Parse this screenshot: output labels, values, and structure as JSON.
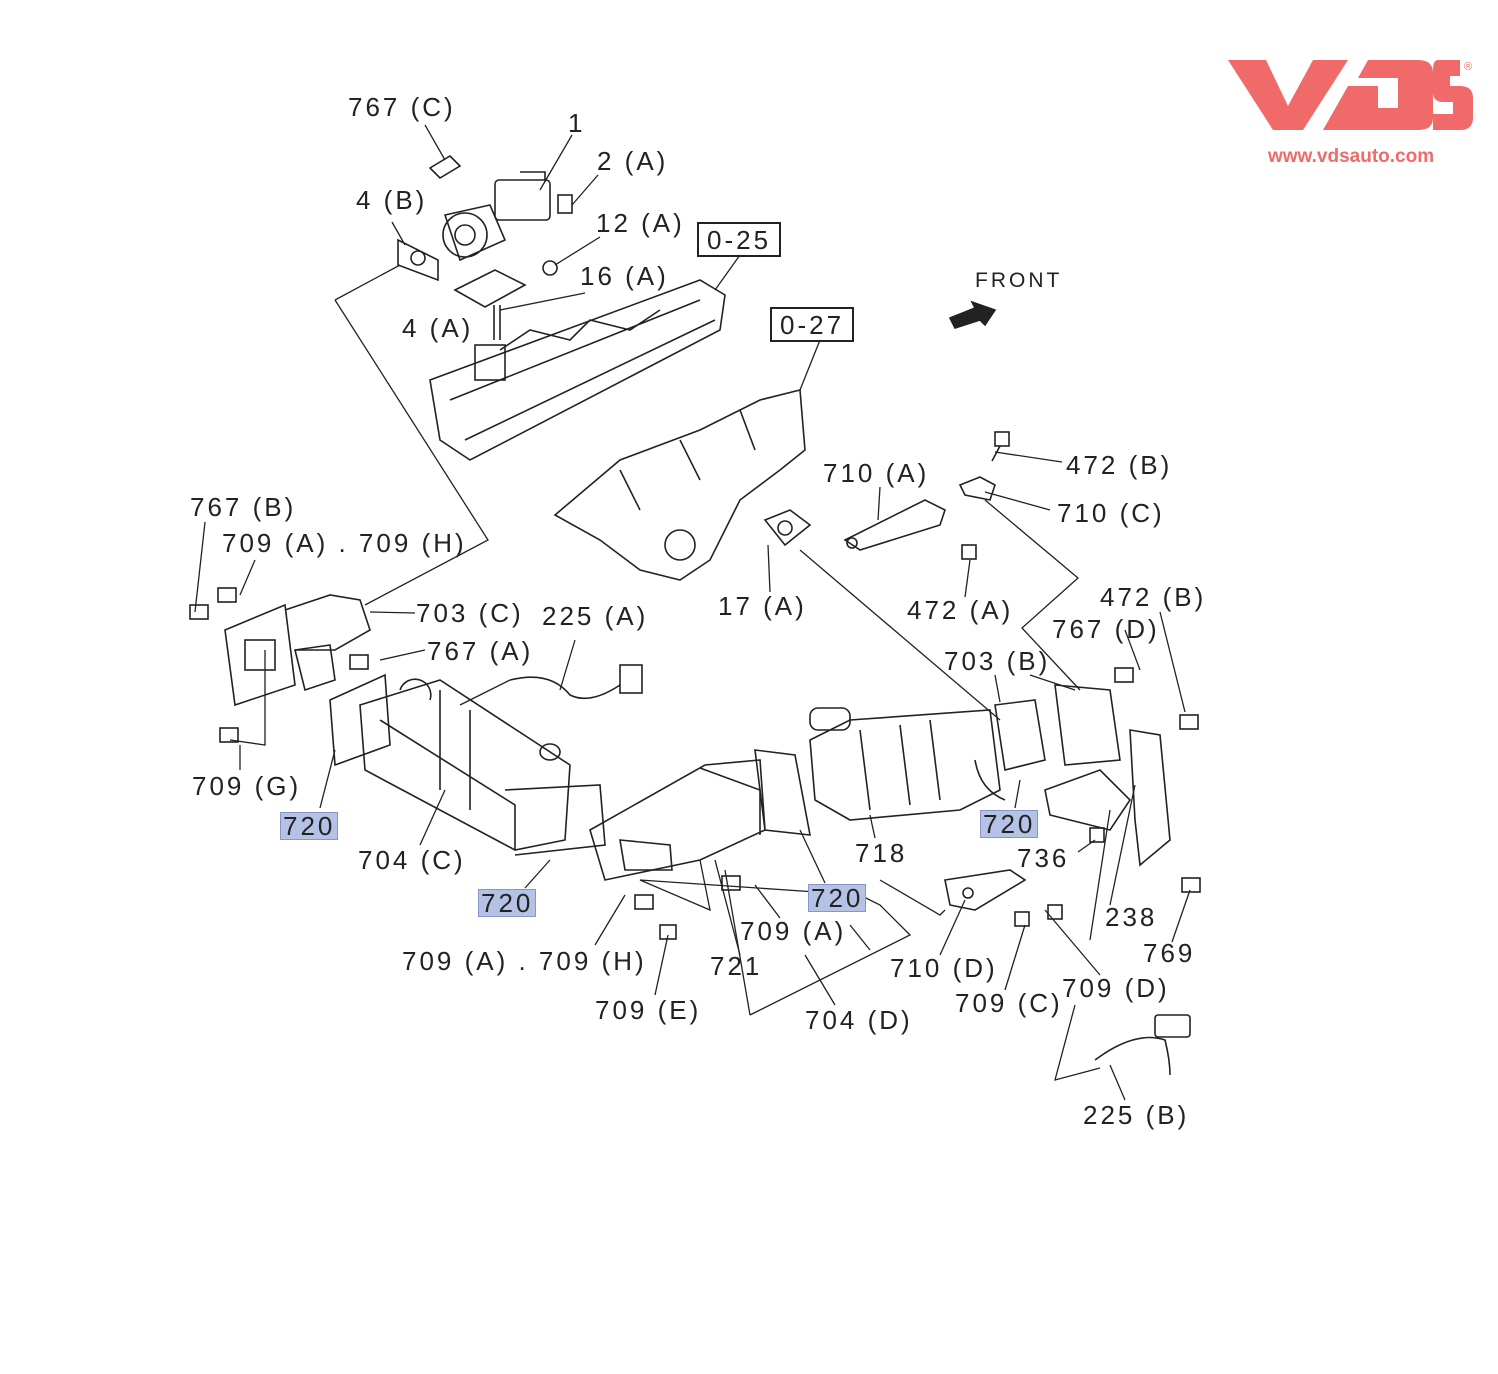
{
  "brand": {
    "logo_text": "VDS",
    "registered": "®",
    "website": "www.vdsauto.com",
    "color": "#f06a6a"
  },
  "direction_label": "FRONT",
  "highlight_color": "#b4c2e6",
  "references": [
    "0-25",
    "0-27"
  ],
  "callouts": {
    "c767c": "767 (C)",
    "c1": "1",
    "c2a": "2 (A)",
    "c4b": "4 (B)",
    "c12a": "12 (A)",
    "c16a": "16 (A)",
    "c4a": "4 (A)",
    "c710a": "710 (A)",
    "c472b_top": "472 (B)",
    "c710c": "710 (C)",
    "c767b": "767 (B)",
    "c709a709h_top": "709 (A) . 709 (H)",
    "c703c": "703 (C)",
    "c225a": "225 (A)",
    "c17a": "17 (A)",
    "c472a": "472 (A)",
    "c472b_right": "472 (B)",
    "c767d": "767 (D)",
    "c767a": "767 (A)",
    "c703b": "703 (B)",
    "c709g": "709 (G)",
    "c704c": "704 (C)",
    "c718": "718",
    "c736": "736",
    "c238": "238",
    "c709a": "709 (A)",
    "c709a709h_bottom": "709 (A) . 709 (H)",
    "c721": "721",
    "c710d": "710 (D)",
    "c769": "769",
    "c709d": "709 (D)",
    "c709c": "709 (C)",
    "c709e": "709 (E)",
    "c704d": "704 (D)",
    "c225b": "225 (B)"
  },
  "highlighted_part": "720"
}
